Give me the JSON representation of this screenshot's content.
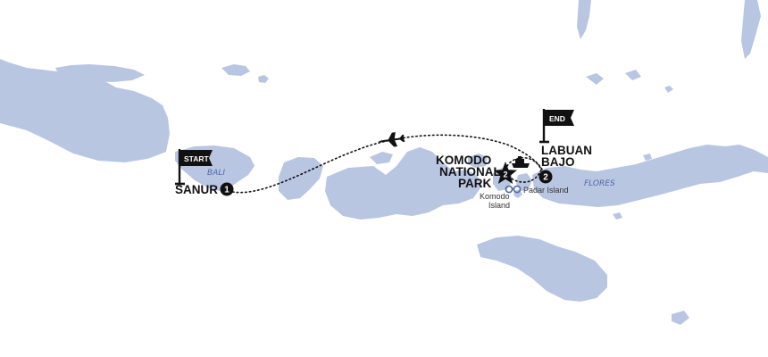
{
  "map": {
    "regions": {
      "bali": "BALI",
      "flores": "FLORES"
    },
    "flags": {
      "start": "START",
      "end": "END"
    },
    "stops": [
      {
        "number": "1",
        "name": "SANUR"
      },
      {
        "number": "2",
        "name_line1": "KOMODO",
        "name_line2": "NATIONAL",
        "name_line3": "PARK"
      },
      {
        "number": "2",
        "name_line1": "LABUAN",
        "name_line2": "BAJO"
      }
    ],
    "places": {
      "padar": "Padar Island",
      "komodo_line1": "Komodo",
      "komodo_line2": "Island"
    },
    "icons": [
      "plane-icon",
      "boat-icon",
      "star-marker-icon",
      "binoculars-icon",
      "flag-icon"
    ],
    "colors": {
      "land": "#b9c6e2",
      "sea": "#ffffff",
      "route": "#111111",
      "region_label": "#4f67a8",
      "marker": "#111111"
    }
  }
}
